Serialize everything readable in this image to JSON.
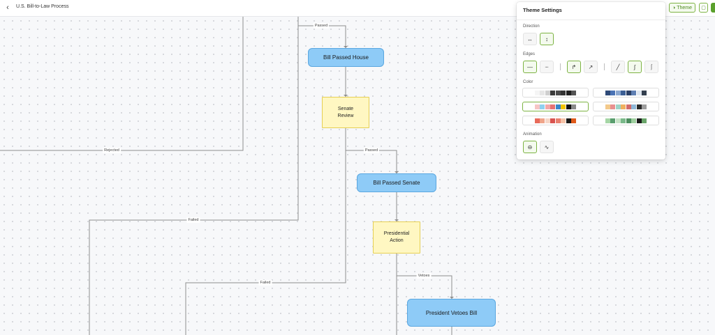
{
  "topbar": {
    "back_icon": "chevron-left-icon",
    "title": "U.S. Bill-to-Law Process",
    "theme_label": "Theme",
    "theme_icon": "palette-icon",
    "comment_icon": "comment-icon"
  },
  "flow": {
    "nodes": [
      {
        "id": "bill-passed-house",
        "label": "Bill Passed House",
        "color": "#8ecbf7"
      },
      {
        "id": "senate-review",
        "label": "Senate\nReview",
        "color": "#fff7c2"
      },
      {
        "id": "bill-passed-senate",
        "label": "Bill Passed Senate",
        "color": "#8ecbf7"
      },
      {
        "id": "presidential-action",
        "label": "Presidential\nAction",
        "color": "#fff7c2"
      },
      {
        "id": "president-vetoes-bill",
        "label": "President Vetoes Bill",
        "color": "#8ecbf7"
      }
    ],
    "edge_labels": {
      "passed_1": "Passed",
      "rejected": "Rejected",
      "passed_2": "Passed",
      "failed_1": "Failed",
      "failed_2": "Failed",
      "vetoes": "Vetoes"
    }
  },
  "theme_panel": {
    "title": "Theme Settings",
    "direction_label": "Direction",
    "direction_options": [
      {
        "icon": "horizontal-arrows-icon",
        "glyph": "↔",
        "selected": false
      },
      {
        "icon": "vertical-arrows-icon",
        "glyph": "↕",
        "selected": true
      }
    ],
    "edges_label": "Edges",
    "edge_options": [
      {
        "icon": "solid-line-icon",
        "glyph": "—",
        "selected": true
      },
      {
        "icon": "dashed-line-icon",
        "glyph": "┈",
        "selected": false
      },
      {
        "icon": "step-curve-icon",
        "glyph": "↱",
        "selected": true
      },
      {
        "icon": "smooth-curve-icon",
        "glyph": "↗",
        "selected": false
      },
      {
        "icon": "straight-diagonal-icon",
        "glyph": "╱",
        "selected": false
      },
      {
        "icon": "s-curve-icon",
        "glyph": "∫",
        "selected": true
      },
      {
        "icon": "step-line-icon",
        "glyph": "⎰",
        "selected": false
      }
    ],
    "color_label": "Color",
    "palettes": [
      {
        "selected": false,
        "colors": [
          "#f5f5f5",
          "#e6e6e6",
          "#cfcfcf",
          "#3a3a3a",
          "#4a4a4a",
          "#333333",
          "#1f1f1f",
          "#555555"
        ]
      },
      {
        "selected": false,
        "colors": [
          "#2f4a78",
          "#4a73b5",
          "#8ba7cf",
          "#3b5e94",
          "#2b4066",
          "#5f7fb3",
          "#dfe6f0",
          "#34404f"
        ]
      },
      {
        "selected": true,
        "colors": [
          "#f6c5c5",
          "#8fd0ef",
          "#f3a7a7",
          "#e57373",
          "#3a86c8",
          "#f2c500",
          "#111111",
          "#8a8a8a"
        ]
      },
      {
        "selected": false,
        "colors": [
          "#f3c98b",
          "#e89090",
          "#9fd3c7",
          "#f0b060",
          "#d26b6b",
          "#8fb8d8",
          "#2a2a2a",
          "#9e9e9e"
        ]
      },
      {
        "selected": false,
        "colors": [
          "#e86a5a",
          "#f0a58a",
          "#f6d7c8",
          "#d9534f",
          "#e8806f",
          "#f4c3a8",
          "#1a1a1a",
          "#e05a1a"
        ]
      },
      {
        "selected": false,
        "colors": [
          "#a6d6a6",
          "#5a9e6e",
          "#c7e3c7",
          "#7ab98a",
          "#4e8f60",
          "#9fcf9f",
          "#1a1a1a",
          "#6aa56a"
        ]
      }
    ],
    "animation_label": "Animation",
    "animation_options": [
      {
        "icon": "no-animation-icon",
        "glyph": "⊖",
        "selected": true
      },
      {
        "icon": "pulse-animation-icon",
        "glyph": "∿",
        "selected": false
      }
    ]
  }
}
